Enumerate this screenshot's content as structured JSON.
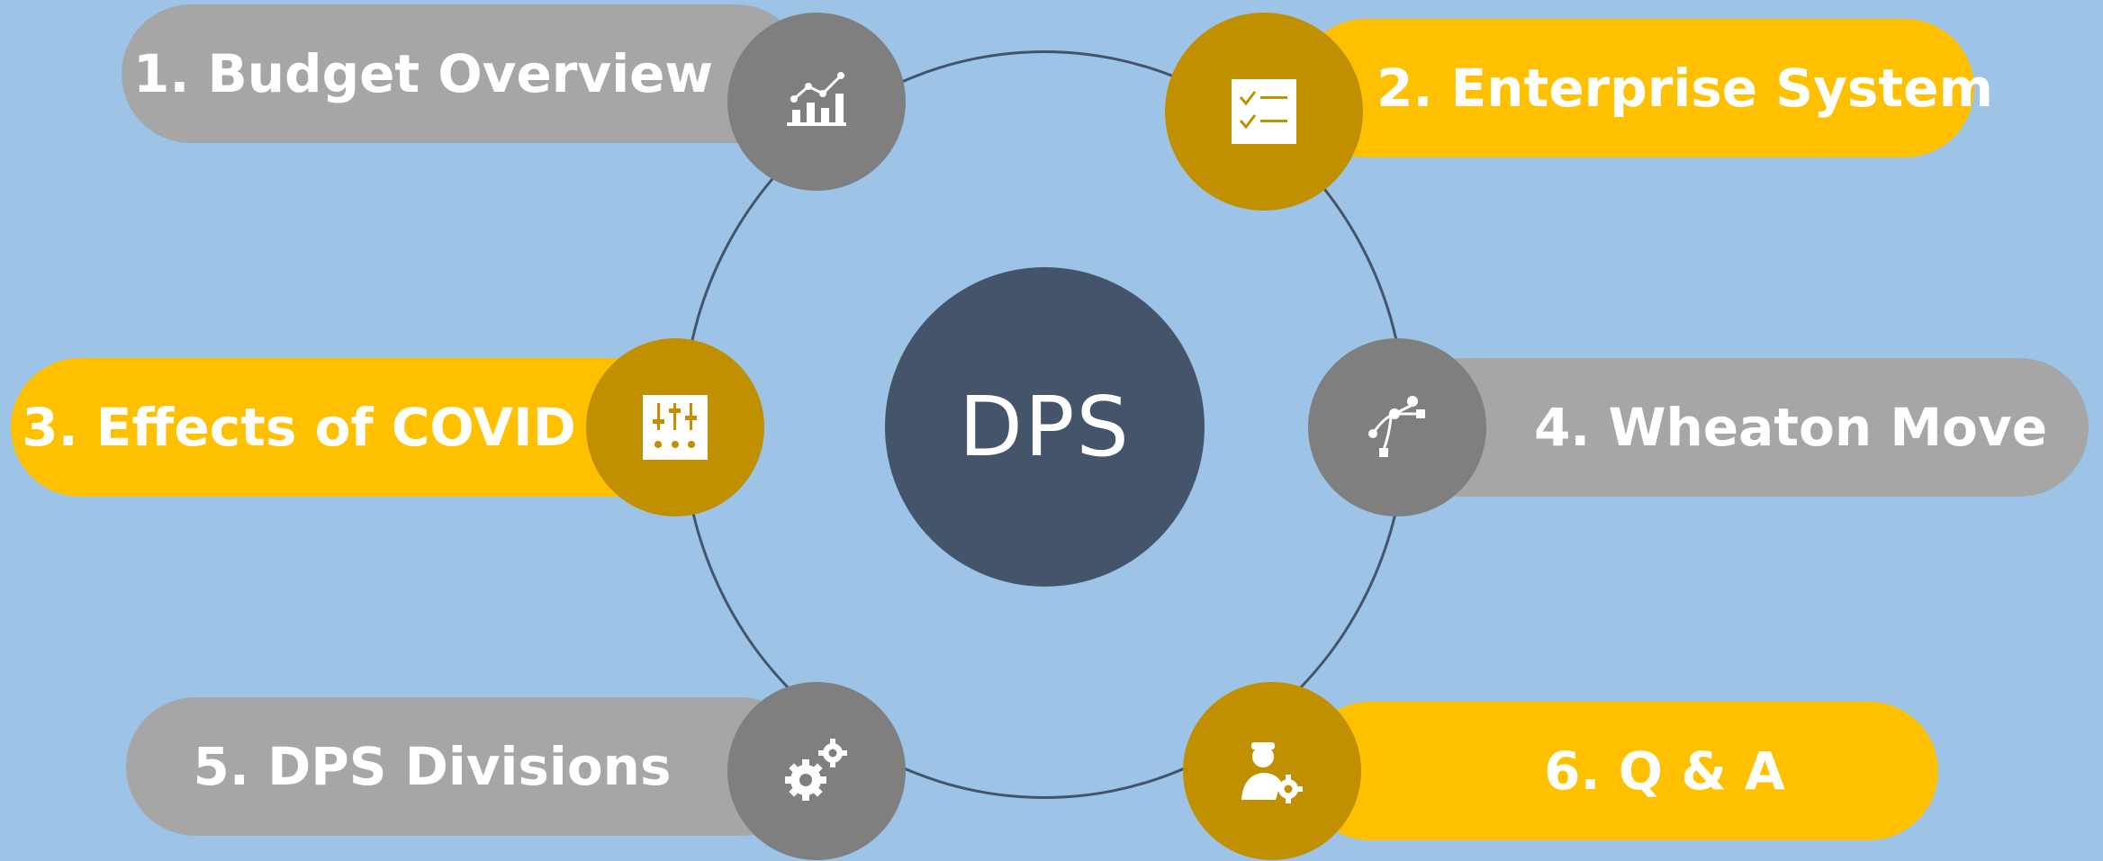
{
  "center": {
    "label": "DPS"
  },
  "items": [
    {
      "label": "1. Budget Overview",
      "icon": "line-bar-chart-icon",
      "color": "#a6a6a6"
    },
    {
      "label": "2. Enterprise System",
      "icon": "checklist-icon",
      "color": "#ffc000"
    },
    {
      "label": "3. Effects of COVID",
      "icon": "sliders-panel-icon",
      "color": "#ffc000"
    },
    {
      "label": "4. Wheaton Move",
      "icon": "branch-path-icon",
      "color": "#a6a6a6"
    },
    {
      "label": "5. DPS Divisions",
      "icon": "gears-icon",
      "color": "#a6a6a6"
    },
    {
      "label": "6. Q & A",
      "icon": "user-gear-icon",
      "color": "#ffc000"
    }
  ],
  "colors": {
    "background": "#9dc3e6",
    "center": "#44546a",
    "badge_gray": "#7f7f7f",
    "badge_gold": "#c09000"
  }
}
